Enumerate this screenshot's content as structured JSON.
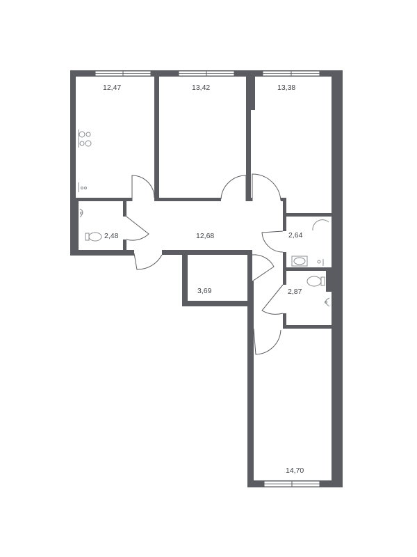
{
  "rooms": {
    "room_1": "12,47",
    "room_2": "13,42",
    "room_3": "13,38",
    "hall": "12,68",
    "wc_1": "2,48",
    "bath_1": "2,64",
    "storage": "3,69",
    "bath_2": "2,87",
    "room_4": "14,70"
  },
  "colors": {
    "wall": "#5a5c61",
    "window": "#ffffff",
    "fixture": "#8a8c90",
    "background": "#ffffff"
  }
}
